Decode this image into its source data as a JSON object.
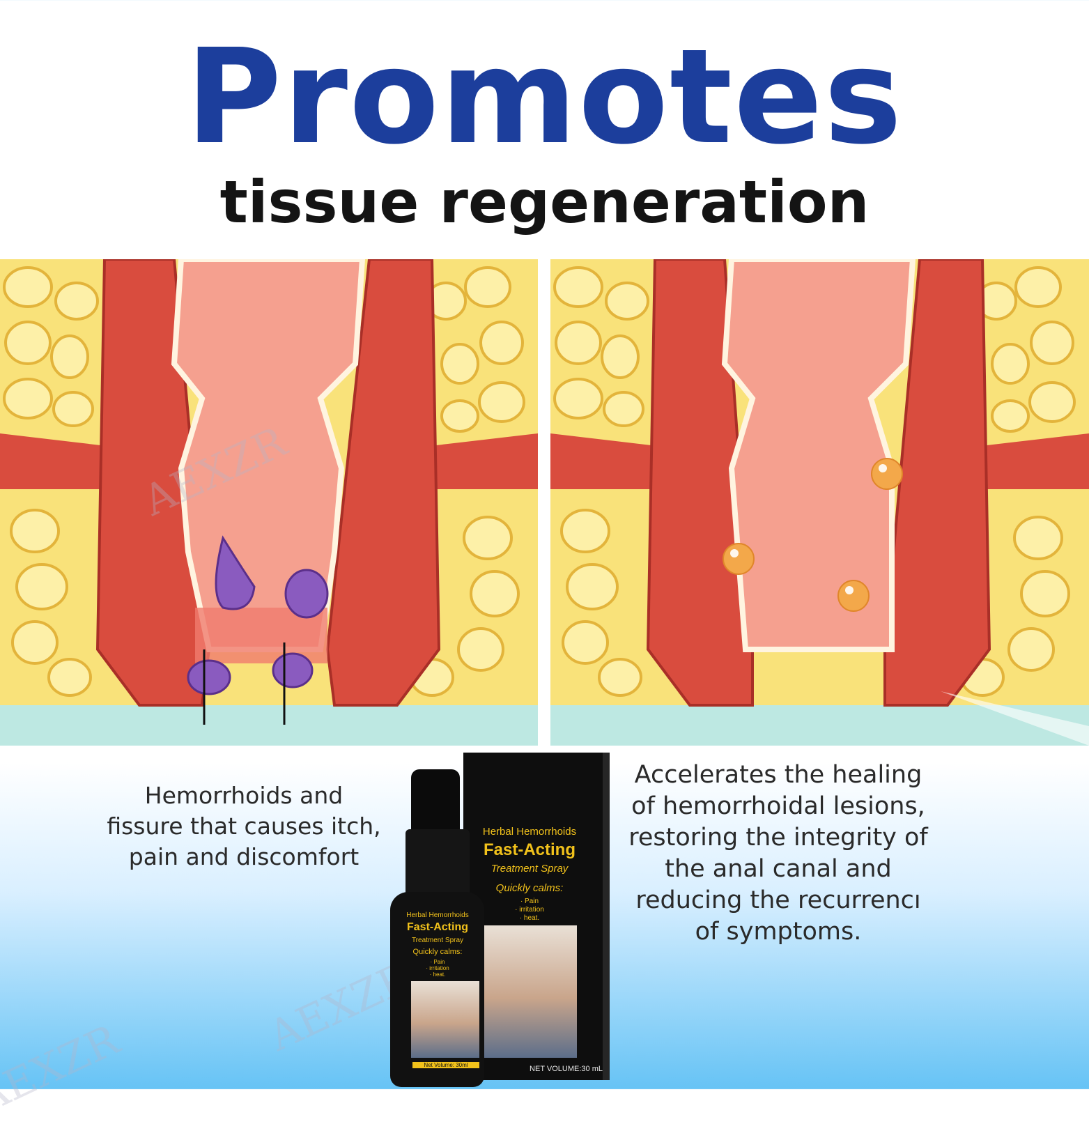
{
  "headline": "Promotes",
  "subheadline": "tissue regeneration",
  "watermark": "AEXZR",
  "left_caption": [
    "Hemorrhoids and",
    "fissure that causes itch,",
    "pain and discomfort"
  ],
  "right_caption": [
    "Accelerates the healing",
    "of hemorrhoidal lesions,",
    "restoring the integrity of",
    "the anal canal and",
    "reducing the recurrencı",
    "of symptoms."
  ],
  "product": {
    "box": {
      "brand_line": "Herbal Hemorrhoids",
      "name": "Fast-Acting",
      "type": "Treatment Spray",
      "claim": "Quickly calms:",
      "bullets": [
        "· Pain",
        "· irritation",
        "· heat."
      ],
      "volume": "NET VOLUME:30 mL"
    },
    "bottle": {
      "brand_line": "Herbal Hemorrhoids",
      "name": "Fast-Acting",
      "type": "Treatment Spray",
      "claim": "Quickly calms:",
      "bullets": [
        "· Pain",
        "· irritation",
        "· heat."
      ],
      "volume": "Net Volume: 30ml"
    }
  },
  "colors": {
    "headline": "#1c3e9c",
    "fat": "#f9e27a",
    "muscle": "#d94c3e",
    "mucosa": "#f5a08f",
    "water": "#bde8e2",
    "inflamed": "#8a5bbf",
    "healing_bubble": "#f3a84a"
  }
}
